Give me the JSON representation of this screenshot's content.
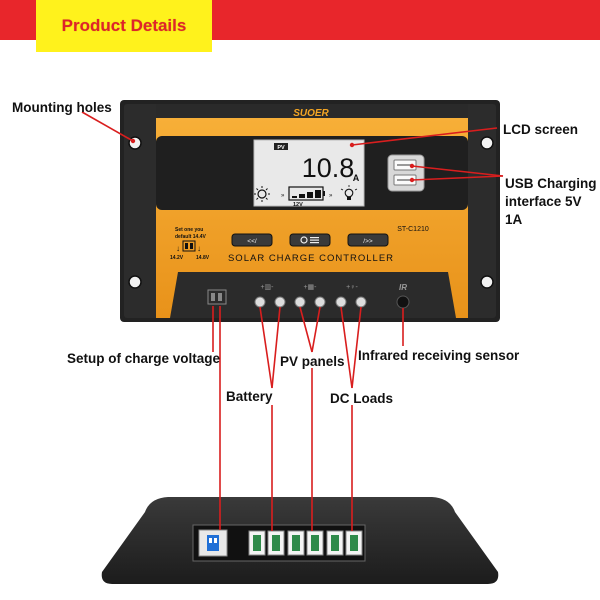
{
  "header": {
    "title": "Product Details"
  },
  "device": {
    "brand": "SUOER",
    "model": "ST-C1210",
    "name": "SOLAR CHARGE CONTROLLER",
    "lcd_reading": "10.8",
    "lcd_unit": "A",
    "lcd_pv_tag": "PV",
    "lcd_voltage_tag": "12V",
    "voltage_note_line1": "Set one you",
    "voltage_note_line2": "default 14.4V",
    "voltage_option_low": "14.2V",
    "voltage_option_high": "14.8V",
    "button_left": "<</",
    "button_right": "/>>",
    "ir_mark": "IR"
  },
  "callouts": {
    "mounting_holes": "Mounting holes",
    "lcd_screen": "LCD screen",
    "usb_line1": "USB Charging",
    "usb_line2": "interface 5V",
    "usb_line3": "1A",
    "setup_voltage": "Setup of charge voltage",
    "battery": "Battery",
    "pv_panels": "PV panels",
    "ir_sensor": "Infrared receiving sensor",
    "dc_loads": "DC Loads"
  },
  "colors": {
    "header_red": "#e8262b",
    "title_yellow": "#fff21c",
    "panel_orange": "#f5a623",
    "body_dark": "#2a2a2a",
    "leader_red": "#d91e1e",
    "lcd_bg": "#e9e9e9",
    "switch_blue": "#1f6fd6",
    "terminal_green": "#2f8a4a"
  }
}
